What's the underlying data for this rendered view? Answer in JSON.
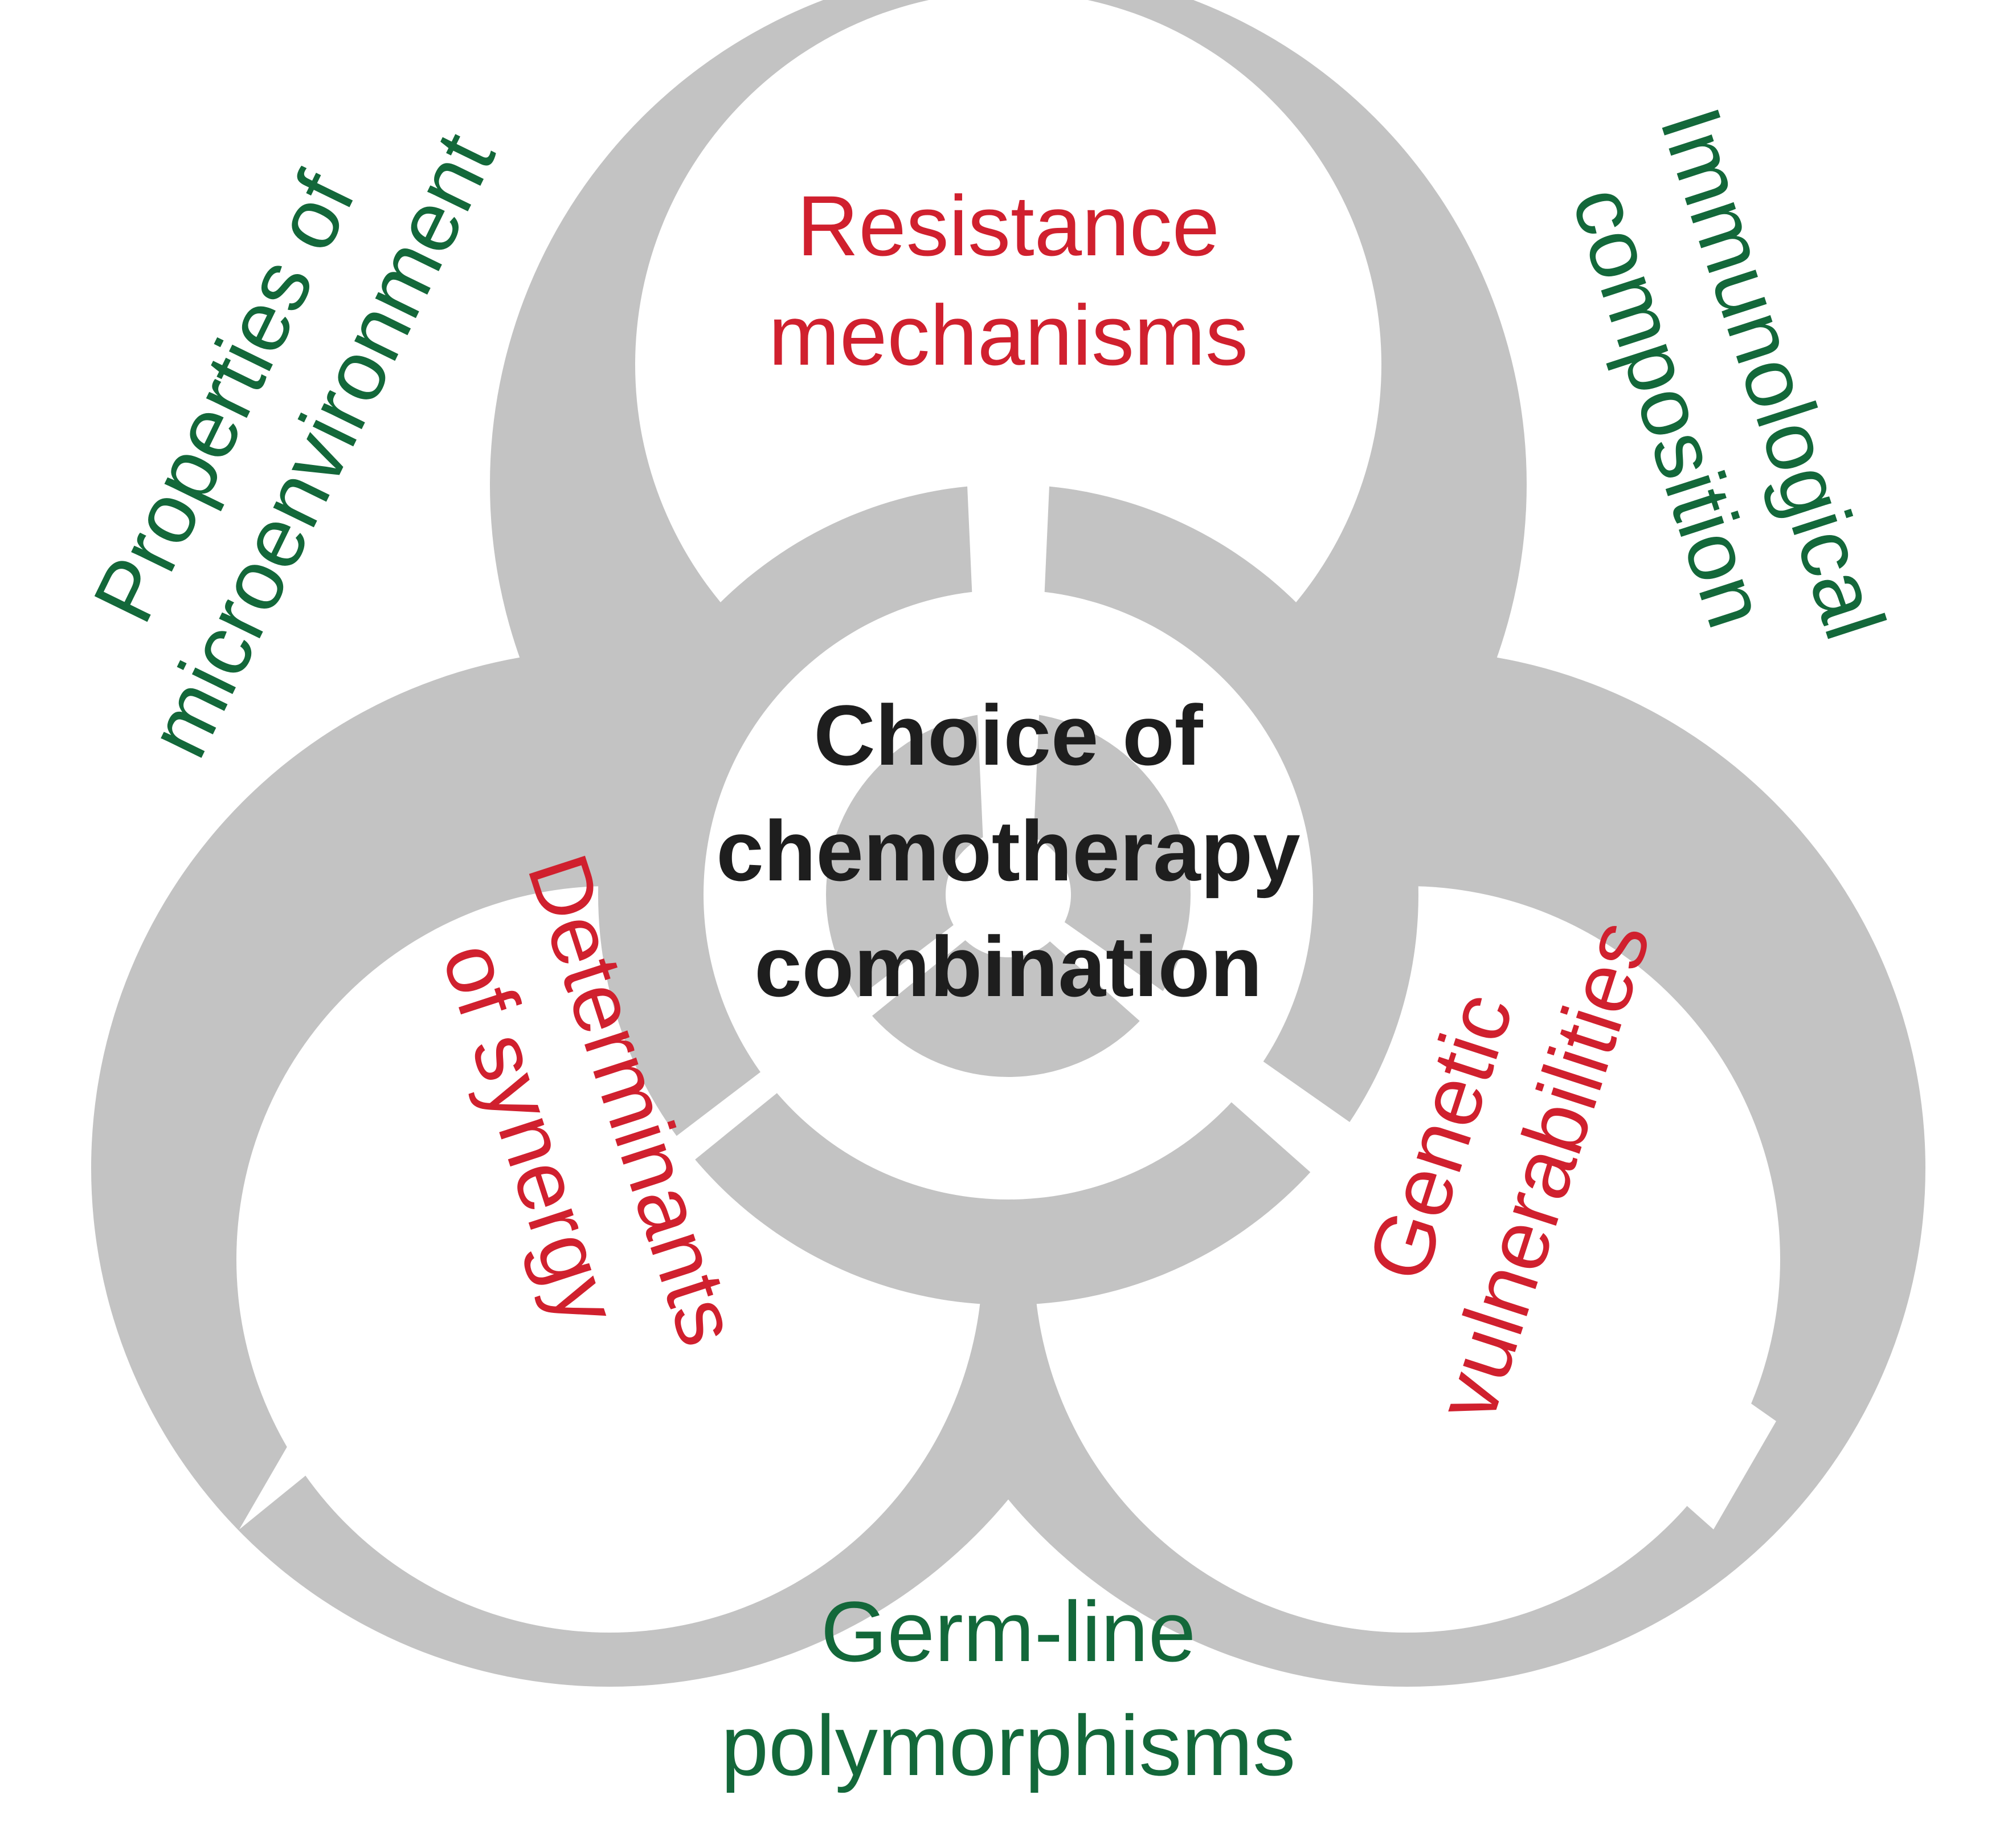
{
  "colors": {
    "symbol": "#C3C3C3",
    "background": "#FFFFFF",
    "inner_label": "#D0202E",
    "outer_label": "#13683A",
    "center_label": "#1E1E1E"
  },
  "center": {
    "lines": [
      "Choice of",
      "chemotherapy",
      "combination"
    ]
  },
  "inner_labels": {
    "resistance": [
      "Resistance",
      "mechanisms"
    ],
    "synergy": [
      "Determinants",
      "of synergy"
    ],
    "genetic": [
      "Genetic",
      "vulnerabilities"
    ]
  },
  "outer_labels": {
    "microenvironment": [
      "Properties of",
      "microenvironment"
    ],
    "immunological": [
      "Immunological",
      "composition"
    ],
    "germline": [
      "Germ-line",
      "polymorphisms"
    ]
  }
}
